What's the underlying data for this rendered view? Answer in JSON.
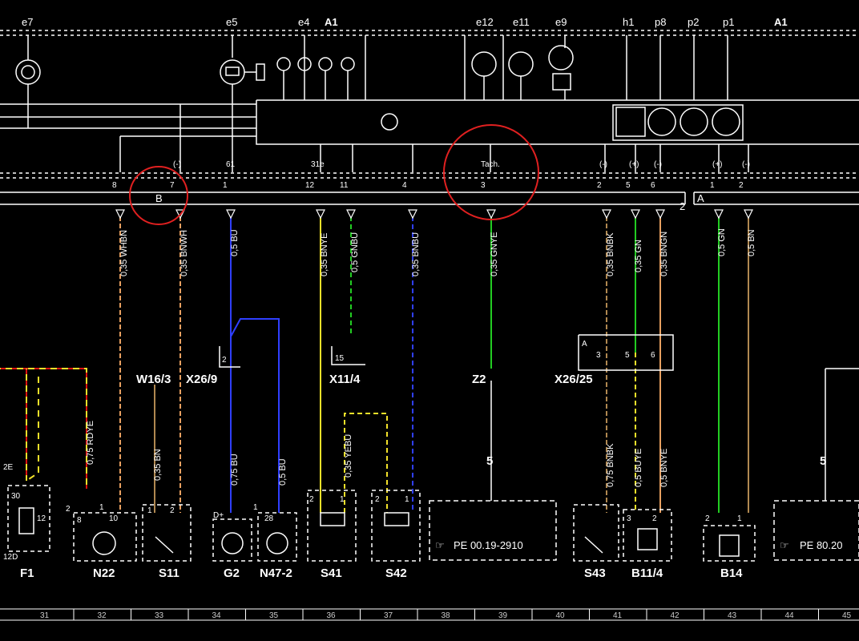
{
  "top_labels": {
    "e7": "e7",
    "e5": "e5",
    "e4": "e4",
    "a1_left": "A1",
    "e12": "e12",
    "e11": "e11",
    "e9": "e9",
    "h1": "h1",
    "p8": "p8",
    "p2": "p2",
    "p1": "p1",
    "a1_right": "A1"
  },
  "pins": {
    "p8": "8",
    "p7": "7",
    "p1": "1",
    "p12": "12",
    "p11": "11",
    "p4": "4",
    "p3": "3",
    "p2": "2",
    "p5": "5",
    "p6": "6",
    "p1b": "1",
    "p2b": "2",
    "sig_minus1": "(-)",
    "sig_61": "61",
    "sig_31e": "31e",
    "sig_tach": "Tach.",
    "sig_minus2": "(-)",
    "sig_plus1": "(+)",
    "sig_minus3": "(-)",
    "sig_plus2": "(+)",
    "sig_minus4": "(-)",
    "conn_b": "B",
    "conn_a": "A",
    "conn_2": "2"
  },
  "wires": {
    "w1": "0,35 WHBN",
    "w2": "0,35 BNWH",
    "w3": "0,5 BU",
    "w4": "0,35 BNYE",
    "w5": "0,5 GNBU",
    "w6": "0,35 BNBU",
    "w7": "0,35 GNYE",
    "w8": "0,35 BNBK",
    "w9": "0,35 GN",
    "w10": "0,35 BNGN",
    "w11": "0,5 GN",
    "w12": "0,5 BN",
    "w13": "0,75 RDYE",
    "w14": "0,35 BN",
    "w15": "0,75 BU",
    "w16": "0,5 BU",
    "w17": "0,35 YEBU",
    "w18": "0,75 BNBK",
    "w19": "0,5 BUYE",
    "w20": "0,5 BNYE"
  },
  "connectors": {
    "w16_3": "W16/3",
    "x26_9": "X26/9",
    "x11_4": "X11/4",
    "z2": "Z2",
    "x26_25": "X26/25",
    "x26_9_pin": "2",
    "x11_4_pin": "15",
    "x26_25_a": "A",
    "x26_25_p3": "3",
    "x26_25_p5": "5",
    "x26_25_p6": "6"
  },
  "components": {
    "f1": "F1",
    "n22": "N22",
    "s11": "S11",
    "g2": "G2",
    "n47_2": "N47-2",
    "s41": "S41",
    "s42": "S42",
    "s43": "S43",
    "b11_4": "B11/4",
    "b14": "B14"
  },
  "component_pins": {
    "f1_2e": "2E",
    "f1_30": "30",
    "f1_12": "12",
    "f1_12d": "12D",
    "f1_2": "2",
    "n22_8": "8",
    "n22_1": "1",
    "n22_10": "10",
    "s11_1": "1",
    "s11_2": "2",
    "g2_d": "D+",
    "n47_1": "1",
    "n47_28": "28",
    "s41_2": "2",
    "s41_1": "1",
    "s42_2": "2",
    "s42_1": "1",
    "b11_3": "3",
    "b11_2": "2",
    "b14_2": "2",
    "b14_1": "1"
  },
  "refs": {
    "num_left": "5",
    "num_right": "5",
    "ref_left": "PE 00.19-2910",
    "ref_right": "PE 80.20"
  },
  "ruler": [
    "31",
    "32",
    "33",
    "34",
    "35",
    "36",
    "37",
    "38",
    "39",
    "40",
    "41",
    "42",
    "43",
    "44",
    "45"
  ],
  "colors": {
    "background": "#000000",
    "line": "#ffffff",
    "highlight_circle": "#e02020",
    "blue": "#2f3fff",
    "green": "#22cc22",
    "yellow": "#f2e12a",
    "brown": "#b08850",
    "red": "#dd1111",
    "orange": "#e8a060"
  }
}
